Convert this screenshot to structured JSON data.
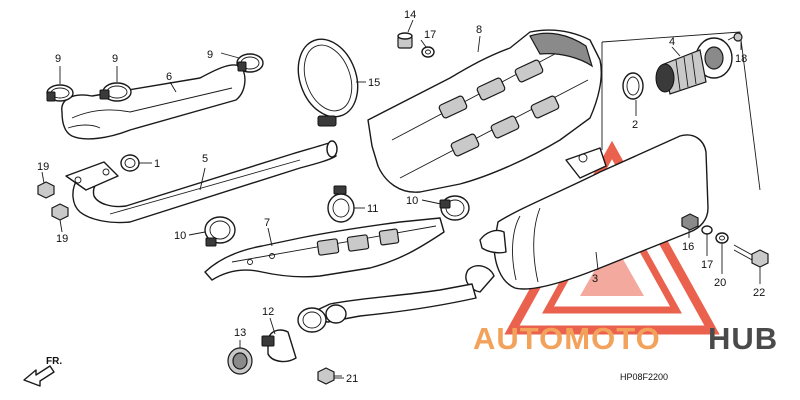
{
  "callouts": {
    "c1": "1",
    "c2": "2",
    "c3": "3",
    "c4": "4",
    "c5": "5",
    "c6": "6",
    "c7": "7",
    "c8": "8",
    "c9a": "9",
    "c9b": "9",
    "c9c": "9",
    "c10a": "10",
    "c10b": "10",
    "c11": "11",
    "c12": "12",
    "c13": "13",
    "c14": "14",
    "c15": "15",
    "c16": "16",
    "c17a": "17",
    "c17b": "17",
    "c18": "18",
    "c19a": "19",
    "c19b": "19",
    "c20": "20",
    "c21": "21",
    "c22": "22"
  },
  "direction_label": "FR.",
  "diagram_code": "HP08F2200",
  "watermark": {
    "part1": "AUTOMOTO",
    "part2": "HUB"
  },
  "colors": {
    "watermark_red": "#e8513a",
    "watermark_orange": "#f2a25a",
    "watermark_dark": "#4a4a4a",
    "line": "#1a1a1a"
  }
}
